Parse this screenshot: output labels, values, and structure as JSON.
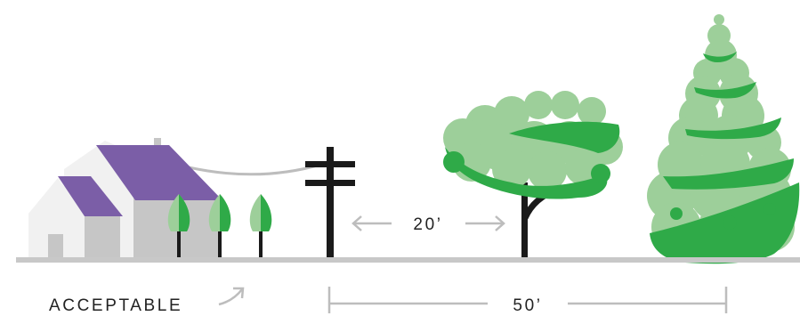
{
  "labels": {
    "acceptable": "ACCEPTABLE",
    "short_distance": "20’",
    "long_distance": "50’"
  },
  "colors": {
    "roof": "#7b5ea7",
    "wall_light": "#f1f1f1",
    "wall_shade": "#c6c6c6",
    "leaf_light": "#9dcf9a",
    "leaf_dark": "#2faa48",
    "pole": "#1a1a1a",
    "ground": "#c8c8c8",
    "line": "#bdbdbd"
  }
}
